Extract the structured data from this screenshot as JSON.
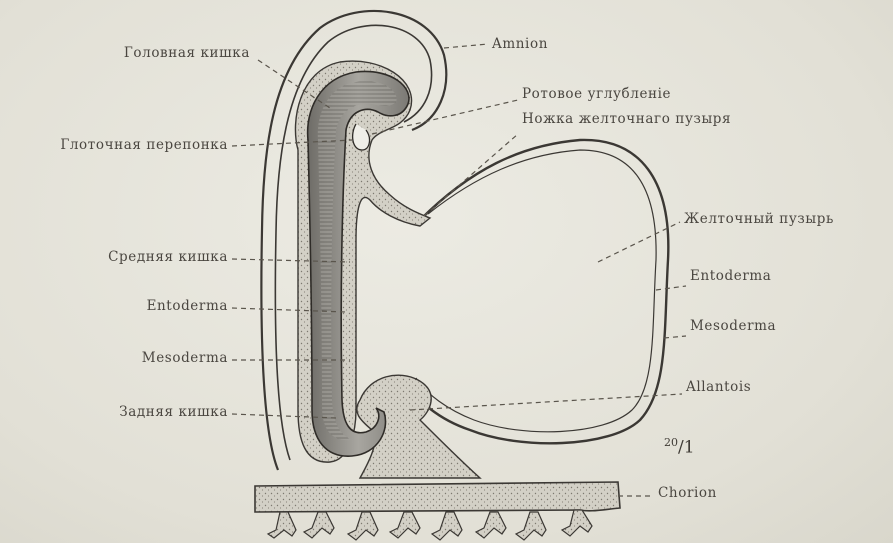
{
  "labels": {
    "golovnaya_kishka": "Головная кишка",
    "glotochnaya_pereponka": "Глоточная перепонка",
    "srednyaya_kishka": "Средняя кишка",
    "entoderma_left": "Entoderma",
    "mesoderma_left": "Mesoderma",
    "zadnyaya_kishka": "Задняя кишка",
    "amnion": "Amnion",
    "rotovoe_uglublenie": "Ротовое углубленіе",
    "nozhka": "Ножка желточнаго пузыря",
    "zheltochny_puzyr": "Желточный пузырь",
    "entoderma_right": "Entoderma",
    "mesoderma_right": "Mesoderma",
    "allantois": "Allantois",
    "chorion": "Chorion"
  },
  "scale": {
    "num": "20",
    "den": "1"
  },
  "colors": {
    "ink": "#3b3834",
    "tissue": "#cfccc2",
    "gut": "#8c8a85",
    "paper": "#e6e4da"
  }
}
